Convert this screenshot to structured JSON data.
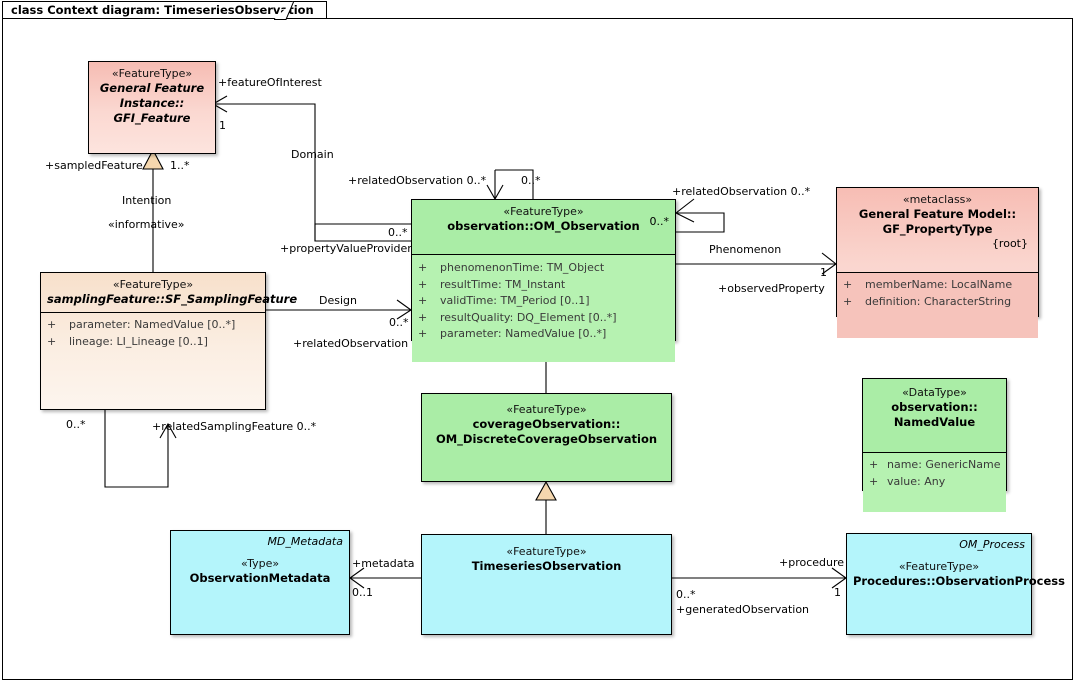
{
  "diagram": {
    "title": "class Context diagram: TimeseriesObservation",
    "colors": {
      "featuretype_pink": "#f9cfc7",
      "metaclass_pink": "#f6c3bb",
      "samplingfeature_peach": "#fbeee2",
      "observation_green": "#b6f2b1",
      "timeseries_cyan": "#b4f5fb",
      "generalization_fill": "#f5d7ae",
      "line": "#000000"
    }
  },
  "nodes": {
    "gfi_feature": {
      "stereotype": "«FeatureType»",
      "name_lines": [
        "General Feature",
        "Instance::",
        "GFI_Feature"
      ],
      "attributes": []
    },
    "sampling_feature": {
      "stereotype": "«FeatureType»",
      "name_lines": [
        "samplingFeature::SF_SamplingFeature"
      ],
      "attributes": [
        {
          "vis": "+",
          "text": "parameter: NamedValue [0..*]"
        },
        {
          "vis": "+",
          "text": "lineage: LI_Lineage [0..1]"
        }
      ]
    },
    "om_observation": {
      "stereotype": "«FeatureType»",
      "name_lines": [
        "observation::OM_Observation"
      ],
      "corner_multiplicity": "0..*",
      "attributes": [
        {
          "vis": "+",
          "text": "phenomenonTime: TM_Object"
        },
        {
          "vis": "+",
          "text": "resultTime: TM_Instant"
        },
        {
          "vis": "+",
          "text": "validTime: TM_Period [0..1]"
        },
        {
          "vis": "+",
          "text": "resultQuality: DQ_Element [0..*]"
        },
        {
          "vis": "+",
          "text": "parameter: NamedValue [0..*]"
        }
      ]
    },
    "gf_propertytype": {
      "stereotype": "«metaclass»",
      "name_lines": [
        "General Feature Model::",
        "GF_PropertyType"
      ],
      "tag": "{root}",
      "attributes": [
        {
          "vis": "+",
          "text": "memberName: LocalName"
        },
        {
          "vis": "+",
          "text": "definition: CharacterString"
        }
      ]
    },
    "coverage_observation": {
      "stereotype": "«FeatureType»",
      "name_lines": [
        "coverageObservation::",
        "OM_DiscreteCoverageObservation"
      ],
      "attributes": []
    },
    "named_value": {
      "stereotype": "«DataType»",
      "name_lines": [
        "observation::",
        "NamedValue"
      ],
      "attributes": [
        {
          "vis": "+",
          "text": "name: GenericName"
        },
        {
          "vis": "+",
          "text": "value: Any"
        }
      ]
    },
    "observation_metadata": {
      "corner_name": "MD_Metadata",
      "stereotype": "«Type»",
      "name_lines": [
        "ObservationMetadata"
      ],
      "attributes": []
    },
    "timeseries_observation": {
      "stereotype": "«FeatureType»",
      "name_lines": [
        "TimeseriesObservation"
      ],
      "attributes": []
    },
    "observation_process": {
      "corner_name": "OM_Process",
      "stereotype": "«FeatureType»",
      "name_lines": [
        "Procedures::ObservationProcess"
      ],
      "attributes": []
    }
  },
  "edge_labels": {
    "feature_of_interest": "+featureOfInterest",
    "foi_mult": "1",
    "domain": "Domain",
    "sampled_feature": "+sampledFeature",
    "sampled_feature_mult": "1..*",
    "intention": "Intention",
    "informative": "«informative»",
    "related_observation_top": "+relatedObservation 0..*",
    "related_observation_top_mult": "0..*",
    "property_value_provider": "+propertyValueProvider",
    "property_value_provider_mult": "0..*",
    "design": "Design",
    "related_observation_left": "+relatedObservation",
    "related_observation_left_mult": "0..*",
    "related_observation_right": "+relatedObservation 0..*",
    "phenomenon": "Phenomenon",
    "observed_property": "+observedProperty",
    "observed_property_mult": "1",
    "related_sampling_feature": "+relatedSamplingFeature 0..*",
    "related_sampling_feature_mult": "0..*",
    "metadata": "+metadata",
    "metadata_mult": "0..1",
    "procedure": "+procedure",
    "procedure_mult": "1",
    "generated_observation": "+generatedObservation",
    "generated_observation_mult": "0..*"
  }
}
